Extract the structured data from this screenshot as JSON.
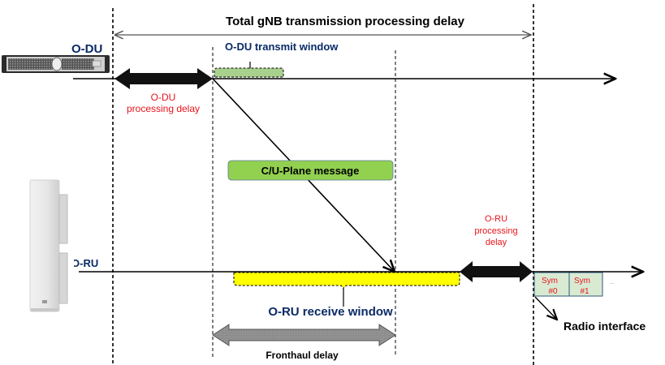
{
  "title": "Total gNB transmission processing delay",
  "odu": {
    "label": "O-DU",
    "transmit_window_label": "O-DU transmit window",
    "processing_delay_line1": "O-DU",
    "processing_delay_line2": "processing delay"
  },
  "message": {
    "label": "C/U-Plane message"
  },
  "oru": {
    "label": "O-RU",
    "receive_window_label": "O-RU receive window",
    "processing_delay_line1": "O-RU",
    "processing_delay_line2": "processing",
    "processing_delay_line3": "delay"
  },
  "fronthaul": {
    "label": "Fronthaul delay"
  },
  "symbols": [
    {
      "line1": "Sym",
      "line2": "#0"
    },
    {
      "line1": "Sym",
      "line2": "#1"
    }
  ],
  "symbols_ellipsis": "...",
  "radio_interface_label": "Radio interface",
  "colors": {
    "navy": "#0a2a66",
    "red": "#e8141b",
    "transmit_window": "#a9d18e",
    "message_box": "#92d050",
    "receive_window": "#ffff00",
    "symbol_fill": "#d9ead3",
    "symbol_border": "#2e5a7a",
    "fronthaul_arrow": "#808080"
  }
}
